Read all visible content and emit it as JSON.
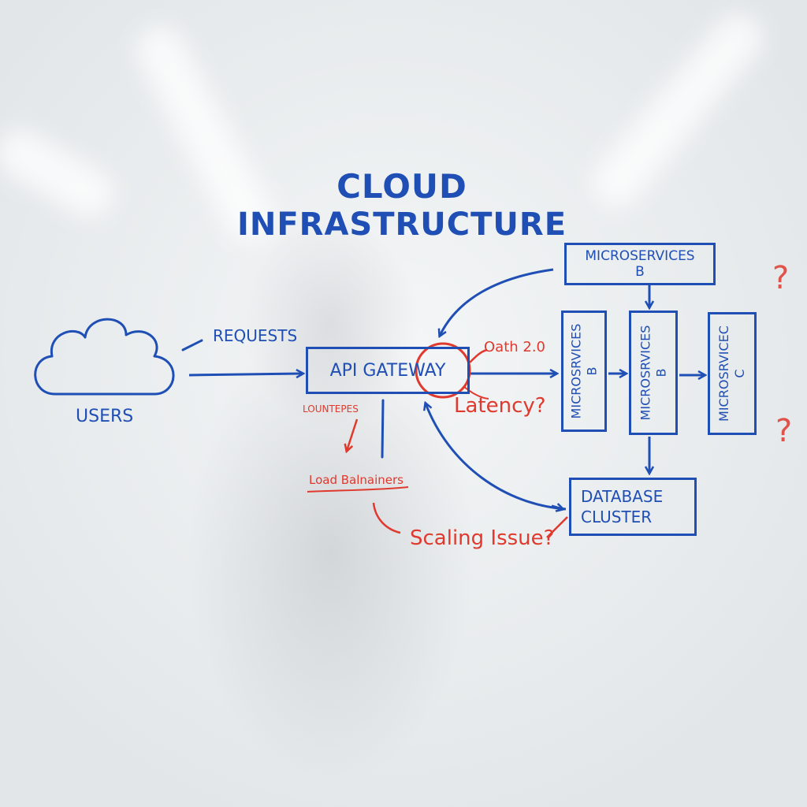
{
  "title": {
    "line1": "CLOUD",
    "line2": "INFRASTRUCTURE"
  },
  "nodes": {
    "users": "USERS",
    "requests": "REQUESTS",
    "api_gateway": "API GATEWAY",
    "microservices_top": {
      "line1": "MICROSERVICES",
      "line2": "B"
    },
    "microservices_col1": {
      "line1": "MICROSRVICES",
      "line2": "B"
    },
    "microservices_col2": {
      "line1": "MICROSRVICES",
      "line2": "B"
    },
    "microservices_col3": {
      "line1": "MICROSRVICEC",
      "line2": "C"
    },
    "database": {
      "line1": "DATABASE",
      "line2": "CLUSTER"
    }
  },
  "annotations": {
    "oauth": "Oath 2.0",
    "latency": "Latency?",
    "scaling": "Scaling Issue?",
    "load_balancers": "Load Balnainers",
    "small_note": "LOUNTEPES",
    "question_mark": "?"
  },
  "colors": {
    "blue_ink": "#1f4fb5",
    "red_ink": "#e0392e",
    "board": "#eef1f2"
  }
}
